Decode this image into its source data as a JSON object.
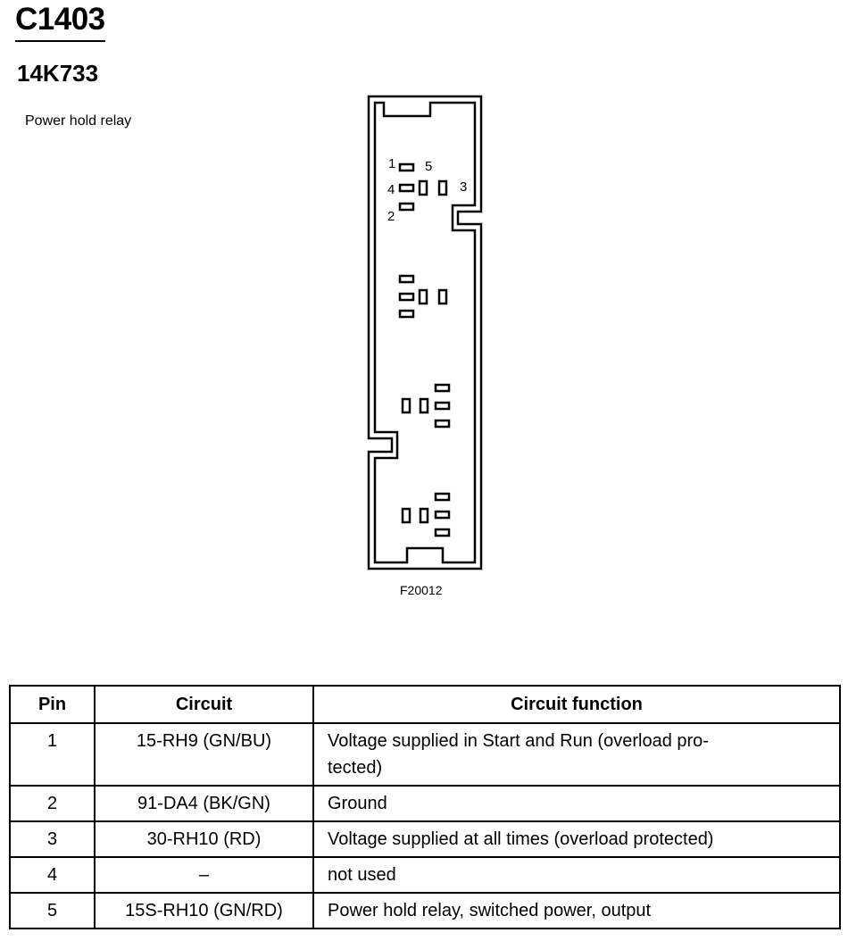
{
  "header": {
    "connector_id": "C1403",
    "part_number": "14K733",
    "component": "Power hold relay"
  },
  "diagram": {
    "figure_id": "F20012",
    "pin_labels": [
      "1",
      "5",
      "4",
      "3",
      "2"
    ]
  },
  "table": {
    "headers": [
      "Pin",
      "Circuit",
      "Circuit function"
    ],
    "rows": [
      {
        "pin": "1",
        "circuit": "15-RH9 (GN/BU)",
        "function": "Voltage supplied in Start and Run (overload pro-\ntected)"
      },
      {
        "pin": "2",
        "circuit": "91-DA4 (BK/GN)",
        "function": "Ground"
      },
      {
        "pin": "3",
        "circuit": "30-RH10 (RD)",
        "function": "Voltage supplied at all times (overload protected)"
      },
      {
        "pin": "4",
        "circuit": "–",
        "function": "not used"
      },
      {
        "pin": "5",
        "circuit": "15S-RH10 (GN/RD)",
        "function": "Power hold relay, switched power, output"
      }
    ]
  }
}
